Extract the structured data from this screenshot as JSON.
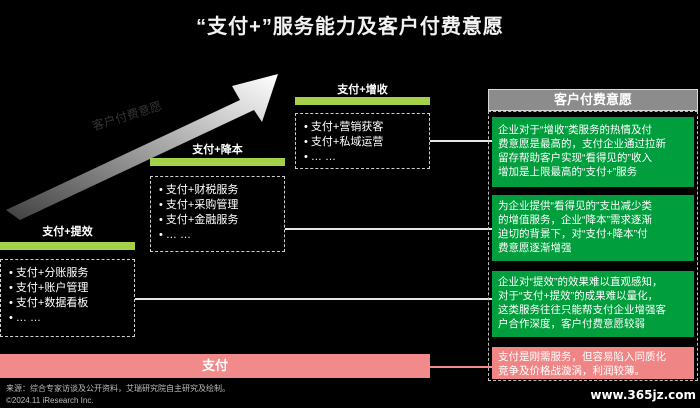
{
  "title": "“支付+”服务能力及客户付费意愿",
  "arrow_label": "客户付费意愿",
  "columns": [
    {
      "head": "支付+提效",
      "items": [
        "支付+分账服务",
        "支付+账户管理",
        "支付+数据看板",
        "… …"
      ]
    },
    {
      "head": "支付+降本",
      "items": [
        "支付+财税服务",
        "支付+采购管理",
        "支付+金融服务",
        "… …"
      ]
    },
    {
      "head": "支付+增收",
      "items": [
        "支付+营销获客",
        "支付+私域运营",
        "… …"
      ]
    }
  ],
  "payment_bar": "支付",
  "willingness": {
    "header": "客户付费意愿",
    "boxes": [
      {
        "lines": [
          "企业对于“增收”类服务的热情及付",
          "费意愿是最高的，支付企业通过拉新",
          "留存帮助客户实现“看得见的”收入",
          "增加是上限最高的“支付+”服务"
        ]
      },
      {
        "lines": [
          "为企业提供“看得见的”支出减少类",
          "的增值服务，企业“降本”需求逐渐",
          "迫切的背景下，对“支付+降本”付",
          "费意愿逐渐增强"
        ]
      },
      {
        "lines": [
          "企业对“提效”的效果难以直观感知，",
          "对于“支付+提效”的成果难以量化，",
          "这类服务往往只能帮支付企业增强客",
          "户合作深度，客户付费意愿较弱"
        ]
      },
      {
        "lines": [
          "支付是刚需服务，但容易陷入同质化",
          "竞争及价格战漩涡，利润较薄。"
        ]
      }
    ]
  },
  "footer": {
    "source": "来源：综合专家访谈及公开资料，艾瑞研究院自主研究及绘制。",
    "copyright": "©2024.11 iResearch Inc."
  },
  "watermark": "www.365jz.com",
  "colors": {
    "green_bar": "#a3d14a",
    "green_box": "#009e3c",
    "red": "#f08585",
    "grey_head": "#8c8c8c"
  }
}
